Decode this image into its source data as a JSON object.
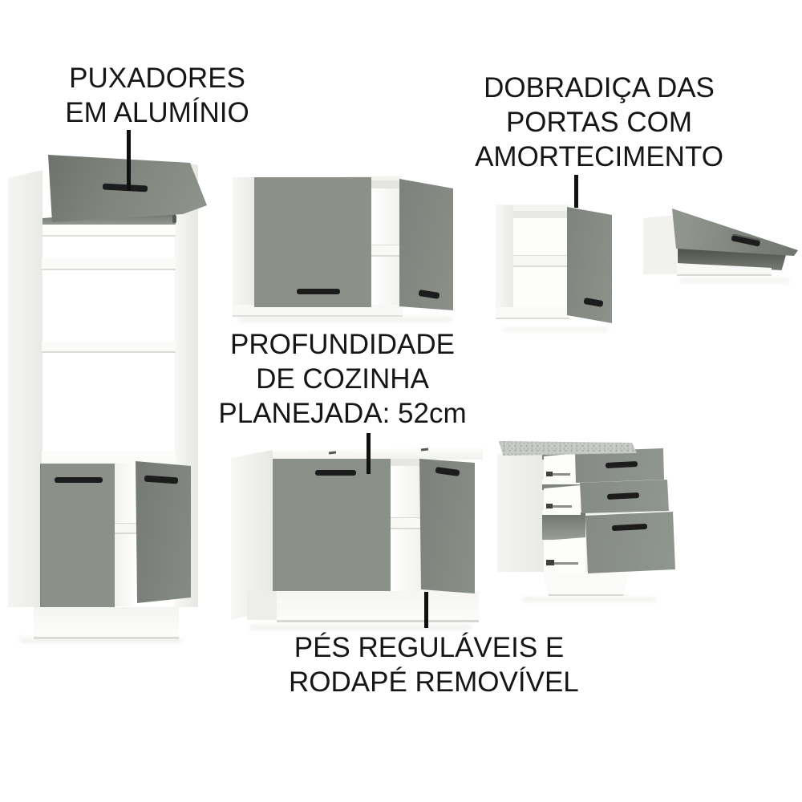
{
  "annotations": {
    "handles_label": {
      "line1": "PUXADORES",
      "line2": "EM ALUMÍNIO"
    },
    "hinge_label": {
      "line1": "DOBRADIÇA DAS",
      "line2": "PORTAS COM",
      "line3": "AMORTECIMENTO"
    },
    "depth_label": {
      "line1": "PROFUNDIDADE",
      "line2": "DE COZINHA",
      "line3": "PLANEJADA: 52cm"
    },
    "feet_label": {
      "line1": "PÉS REGULÁVEIS E",
      "line2": "RODAPÉ REMOVÍVEL"
    }
  },
  "colors": {
    "background": "#ffffff",
    "text_black": "#161616",
    "door_gray": "#8b9089",
    "door_gray_dark": "#767c74",
    "carcass_white": "#fbfbf9",
    "countertop_gray": "#c9cbc8",
    "handle_black": "#1c1c1c"
  }
}
